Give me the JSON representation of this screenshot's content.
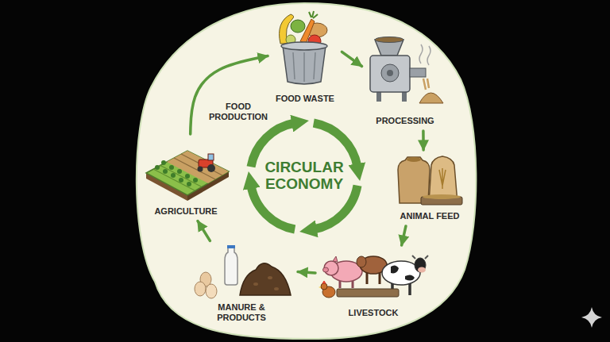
{
  "diagram": {
    "nodes": [
      {
        "text": [
          "FOOD WASTE"
        ]
      },
      {
        "text": [
          "PROCESSING"
        ]
      },
      {
        "text": [
          "ANIMAL FEED"
        ]
      },
      {
        "text": [
          "LIVESTOCK"
        ]
      },
      {
        "text": [
          "MANURE & PRODUCTS"
        ]
      },
      {
        "text": [
          "AGRICULTURE"
        ]
      }
    ],
    "edges": [
      {
        "from": 0,
        "to": 1,
        "arrow": "to"
      },
      {
        "from": 1,
        "to": 2,
        "arrow": "to"
      },
      {
        "from": 2,
        "to": 3,
        "arrow": "to"
      },
      {
        "from": 3,
        "to": 4,
        "arrow": "to"
      },
      {
        "from": 4,
        "to": 5,
        "arrow": "to"
      },
      {
        "from": 5,
        "to": 0,
        "label": "FOOD PRODUCTION",
        "arrow": "to"
      }
    ],
    "labels": [
      "CIRCULAR ECONOMY"
    ]
  }
}
